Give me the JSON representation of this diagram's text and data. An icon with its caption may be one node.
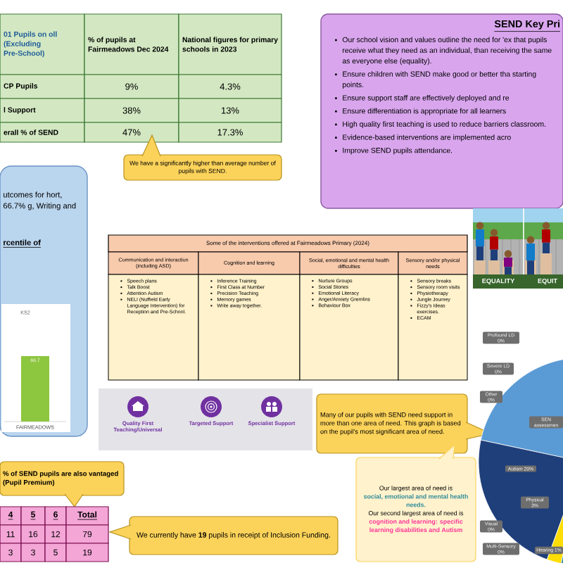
{
  "diagram": {
    "nodes": [
      {
        "text": [
          "We have a significantly higher than average number of pupils with SEND."
        ]
      },
      {
        "text": [
          "SEND Key Pri",
          "Our school vision and values outline the need for 'ex that pupils receive what they need as an individual, than receiving the same as everyone else (equality).",
          "Ensure children with SEND make good or better tha starting points.",
          "Ensure support staff are effectively deployed and re",
          "Ensure differentiation is appropriate for all learners",
          "High quality first teaching is used to reduce barriers classroom.",
          "Evidence-based interventions are implemented acro",
          "Improve SEND pupils attendance."
        ]
      },
      {
        "text": [
          "utcomes for hort, 66.7% g, Writing and",
          "rcentile of"
        ]
      },
      {
        "text": [
          "Some of the interventions offered at Fairmeadows Primary (2024)"
        ]
      },
      {
        "text": [
          "Communication and interaction (including ASD)"
        ]
      },
      {
        "text": [
          "Cognition and learning"
        ]
      },
      {
        "text": [
          "Social, emotional and mental health difficulties"
        ]
      },
      {
        "text": [
          "Sensory and/or physical needs"
        ]
      },
      {
        "text": [
          "Speech plans",
          "Talk Boost",
          "Attention Autism",
          "NELI (Nuffield Early Language Intervention) for Reception and Pre-School."
        ]
      },
      {
        "text": [
          "Inference Training",
          "First Class at Number",
          "Precision Teaching",
          "Memory games",
          "Write away together."
        ]
      },
      {
        "text": [
          "Nurture Groups",
          "Social Stories",
          "Emotional Literacy",
          "Anger/Anxiety Gremlins",
          "Behaviour Box"
        ]
      },
      {
        "text": [
          "Sensory breaks",
          "Sensory room visits",
          "Physiotherapy",
          "Jungle Journey",
          "Fizzy's Ideas exercises.",
          "ECAM"
        ]
      },
      {
        "text": [
          "Quality First Teaching/Universal",
          "Targeted Support",
          "Specialist Support"
        ]
      },
      {
        "text": [
          "Many of our pupils with SEND need support in more than one area of need. This graph is based on the pupil's most significant area of need."
        ]
      },
      {
        "text": [
          "Our largest area of need is",
          "social, emotional and mental health needs.",
          "Our second largest area of need is",
          "cognition and learning: specific learning disabilities and Autism"
        ]
      },
      {
        "text": [
          "% of SEND pupils are also vantaged (Pupil Premium)"
        ]
      },
      {
        "text": [
          "We currently have **19** pupils in receipt of Inclusion Funding."
        ]
      },
      {
        "text": [
          "EQUALITY",
          "EQUIT"
        ]
      }
    ],
    "labels": [
      "01 Pupils on oll (Excluding Pre-School)",
      "% of pupils at Fairmeadows Dec 2024",
      "National figures for primary schools in 2023",
      "CP Pupils",
      "9%",
      "4.3%",
      "l Support",
      "38%",
      "13%",
      "erall % of SEND",
      "47%",
      "17.3%",
      "4",
      "5",
      "6",
      "Total",
      "11",
      "16",
      "12",
      "79",
      "3",
      "3",
      "5",
      "19",
      "KS2",
      "66.7",
      "FAIRMEADOWS",
      "Profound LD 0%",
      "Severe LD 0%",
      "Other 0%",
      "SEN assessmen",
      "Autism 20%",
      "Physical 3%",
      "Visual 0%",
      "Multi-Sensory 0%",
      "Hearing 1%"
    ]
  }
}
